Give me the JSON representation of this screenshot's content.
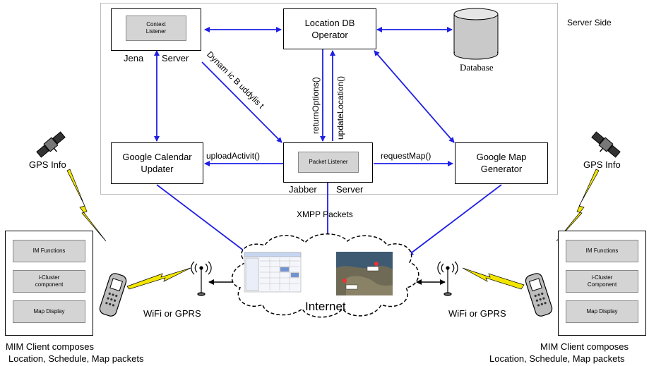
{
  "server": {
    "region_label": "Server Side",
    "context_listener": "Context Listener",
    "jena_server": [
      "Jena",
      "Server"
    ],
    "location_db": [
      "Location DB",
      "Operator"
    ],
    "database": "Database",
    "calendar_updater": [
      "Google Calendar",
      "Updater"
    ],
    "packet_listener": "Packet Listener",
    "jabber_server": [
      "Jabber",
      "Server"
    ],
    "map_generator": [
      "Google Map",
      "Generator"
    ]
  },
  "edges": {
    "dynamic_buddylist": "Dynam ic B uddylis t",
    "return_options": "returnOptions()",
    "update_location": "updateLocation()",
    "upload_activity": "uploadActivit()",
    "request_map": "requestMap()",
    "xmpp_packets": "XMPP Packets"
  },
  "network": {
    "internet": "Internet",
    "gps_left": "GPS Info",
    "gps_right": "GPS Info",
    "wifi_left": "WiFi or GPRS",
    "wifi_right": "WiFi or GPRS"
  },
  "client_left": {
    "items": [
      "IM Functions",
      "i-Cluster component",
      "Map Display"
    ],
    "caption": [
      "MIM Client composes",
      "Location, Schedule, Map packets"
    ]
  },
  "client_right": {
    "items": [
      "IM Functions",
      "i-Cluster Component",
      "Map Display"
    ],
    "caption": [
      "MIM Client composes",
      "Location, Schedule, Map packets"
    ]
  },
  "colors": {
    "arrow": "#1f1fe6",
    "lightning": "#f2e600",
    "panel": "#d4d4d4"
  }
}
